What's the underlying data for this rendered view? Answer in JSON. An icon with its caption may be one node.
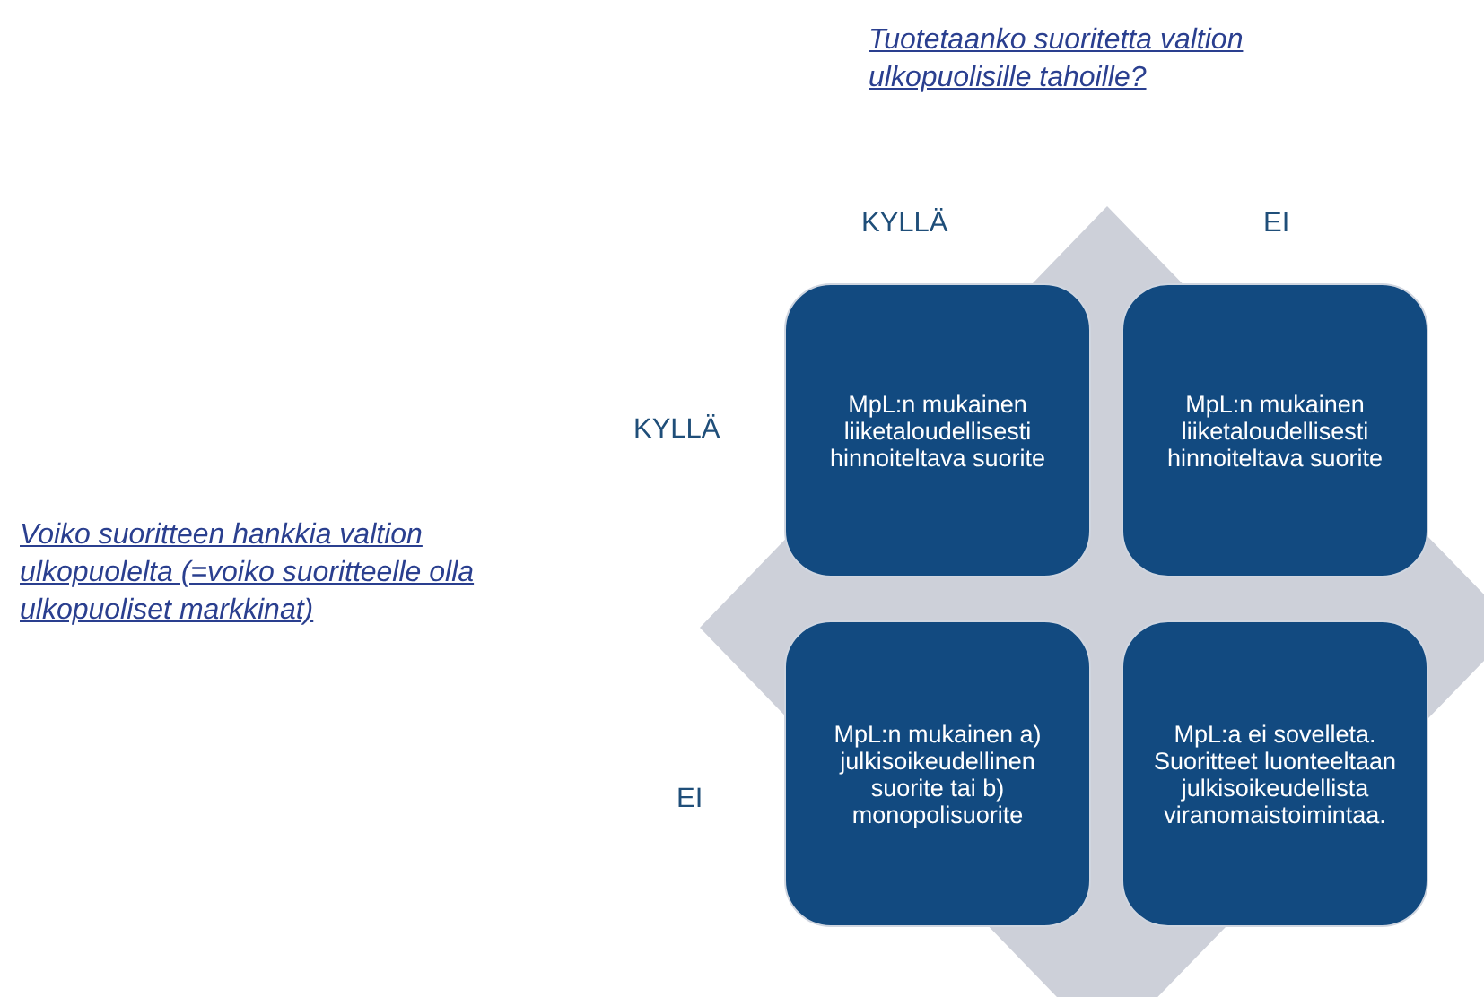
{
  "diagram": {
    "nodes": [
      {
        "text": [
          "MpL:n mukainen liiketaloudellisesti hinnoiteltava suorite"
        ]
      },
      {
        "text": [
          "MpL:n mukainen liiketaloudellisesti hinnoiteltava suorite"
        ]
      },
      {
        "text": [
          "MpL:n mukainen a) julkisoikeudellinen suorite tai b) monopolisuorite"
        ]
      },
      {
        "text": [
          "MpL:a ei sovelleta. Suoritteet luonteeltaan julkisoikeudellista viranomaistoimintaa."
        ]
      }
    ],
    "edges": [],
    "labels": [
      "Tuotetaanko suoritetta valtion ulkopuolisille tahoille?",
      "KYLLÄ",
      "EI",
      "KYLLÄ",
      "Voiko suoritteen hankkia valtion ulkopuolelta (=voiko suoritteelle olla ulkopuoliset markkinat)",
      "EI"
    ]
  }
}
